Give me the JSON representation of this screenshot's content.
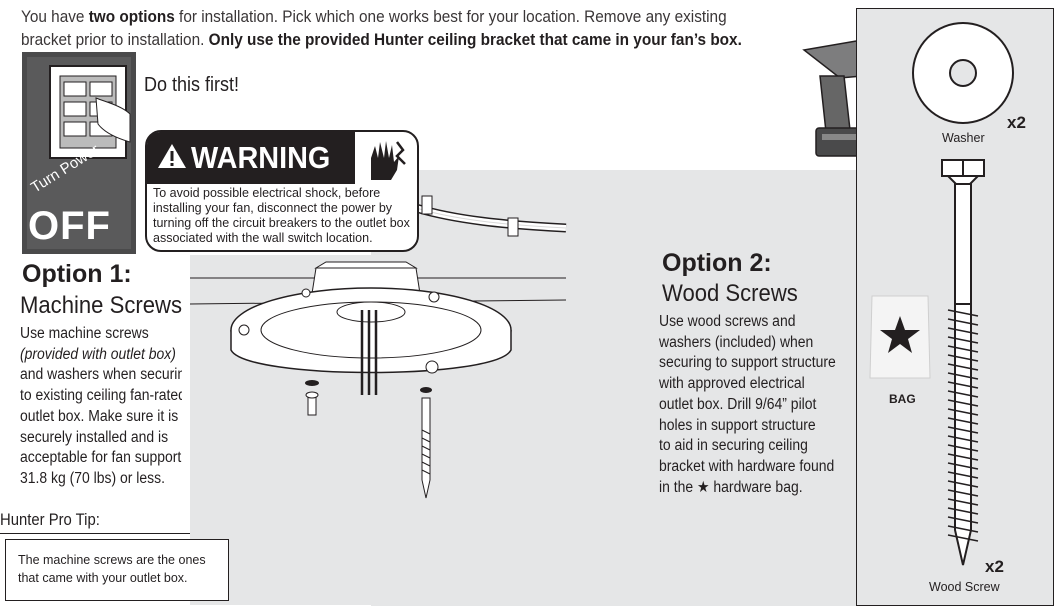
{
  "intro": {
    "l1_a": "You have ",
    "l1_b": "two options",
    "l1_c": " for installation. Pick which one works best for your location. Remove any existing",
    "l2_a": "bracket prior to installation. ",
    "l2_b": "Only use the provided Hunter ceiling bracket that came in your fan’s box."
  },
  "power": {
    "turn": "Turn Power",
    "off": "OFF"
  },
  "do_this_first": "Do this first!",
  "warning": {
    "title": "WARNING",
    "text": "To avoid possible electrical shock, before installing your fan, disconnect the power by turning off the circuit breakers to the outlet box associated with the wall switch location."
  },
  "option1": {
    "title": "Option 1:",
    "subtitle": "Machine Screws",
    "lines": [
      "Use machine screws",
      "(provided with outlet box)",
      "and washers when securin",
      "to existing ceiling fan-rated",
      "outlet box. Make sure it is",
      "securely installed and is",
      "acceptable for fan support",
      "31.8 kg (70 lbs) or less."
    ]
  },
  "pro_tip": {
    "title": "Hunter Pro Tip:",
    "text": "The machine screws are the ones that came with your outlet box."
  },
  "option2": {
    "title": "Option 2:",
    "subtitle": "Wood Screws",
    "lines": [
      "Use wood screws and",
      "washers (included) when",
      "securing to support structure",
      "with approved electrical",
      "outlet box. Drill 9/64” pilot",
      "holes in support structure",
      "to aid in securing ceiling",
      "bracket with hardware found"
    ],
    "last_a": "in the ",
    "last_star": "★",
    "last_b": " hardware bag."
  },
  "hardware": {
    "washer_label": "Washer",
    "washer_qty": "x2",
    "bag_label": "BAG",
    "screw_label": "Wood Screw",
    "screw_qty": "x2"
  },
  "colors": {
    "text": "#231f20",
    "panel": "#e5e6e7",
    "power_bg": "#4a4a4b"
  }
}
